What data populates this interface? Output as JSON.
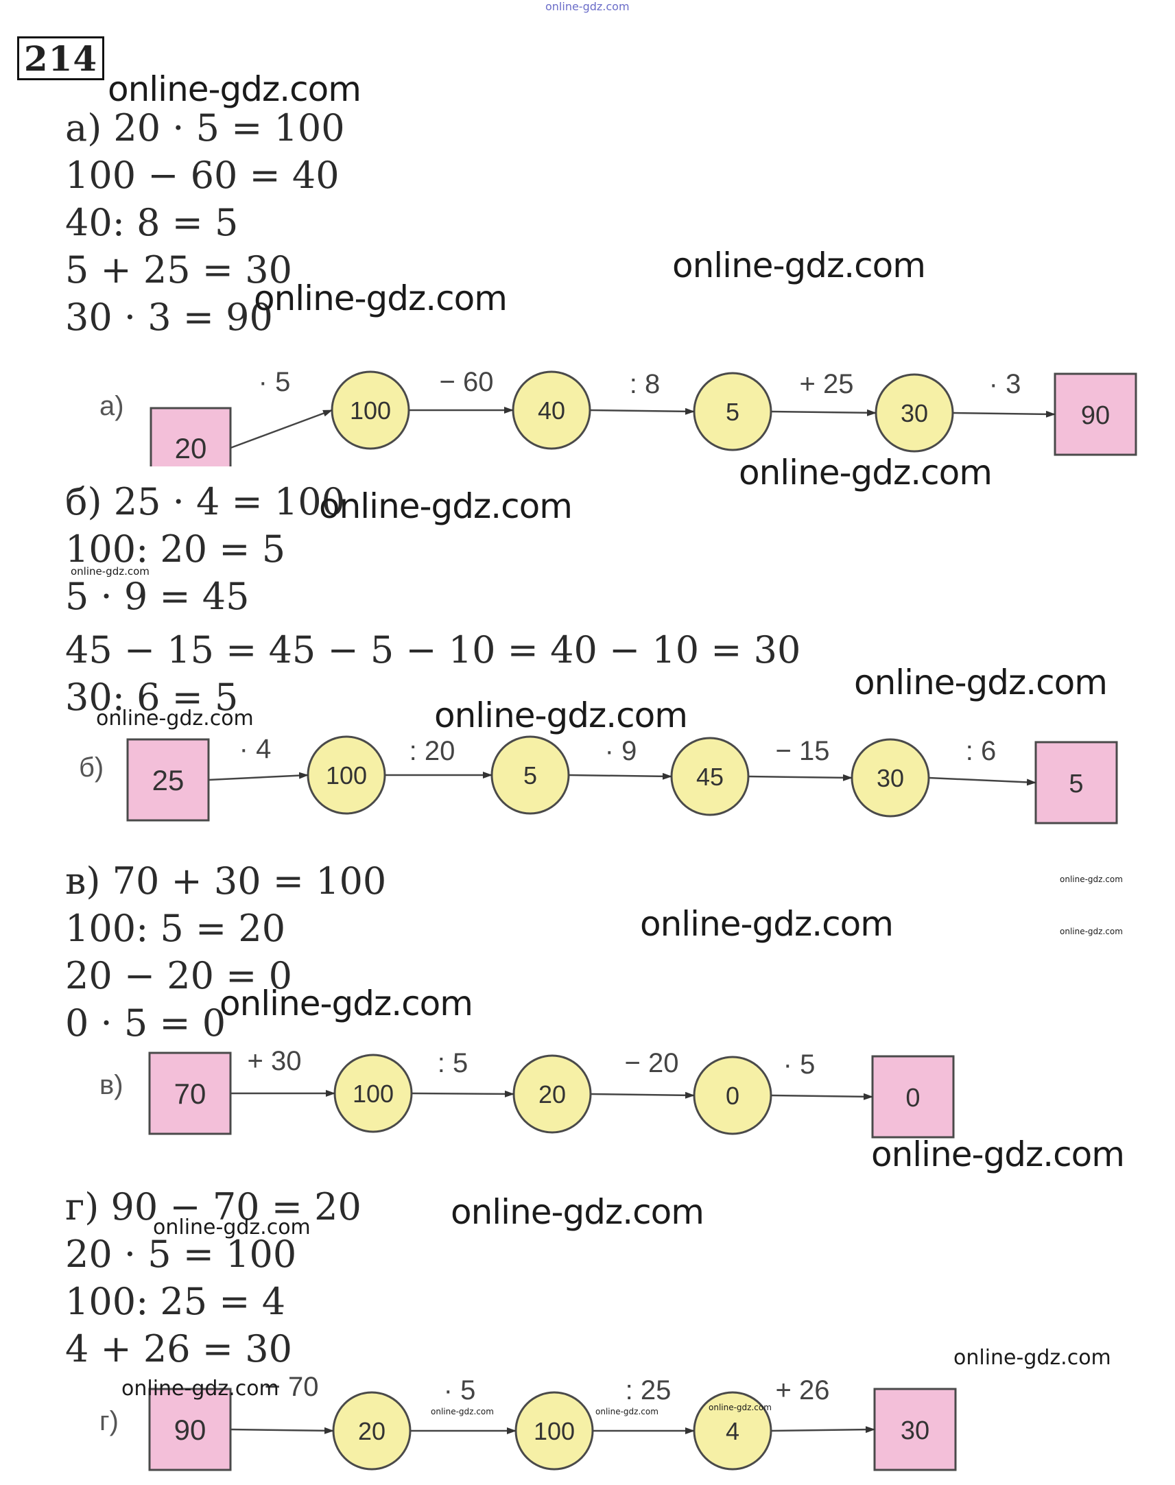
{
  "header": {
    "top_watermark": "online-gdz.com",
    "exercise_number": "214"
  },
  "watermark_text": "online-gdz.com",
  "colors": {
    "box_fill": "#f3bfd9",
    "circle_fill": "#f6f0a6",
    "stroke": "#4a4a4a"
  },
  "sections": [
    {
      "label": "а)",
      "equations": [
        "а) 20 · 5 = 100",
        "100 − 60 = 40",
        "40: 8 = 5",
        "5 + 25 = 30",
        "30 · 3 = 90"
      ],
      "chain": {
        "start": "20",
        "nodes": [
          "100",
          "40",
          "5",
          "30"
        ],
        "ops": [
          "· 5",
          "− 60",
          ": 8",
          "+ 25",
          "· 3"
        ],
        "end": "90"
      }
    },
    {
      "label": "б)",
      "equations": [
        "б) 25 · 4 = 100",
        "100: 20 = 5",
        "5 · 9 = 45",
        "45 − 15 = 45 − 5 − 10 = 40 − 10 = 30",
        "30: 6 = 5"
      ],
      "chain": {
        "start": "25",
        "nodes": [
          "100",
          "5",
          "45",
          "30"
        ],
        "ops": [
          "· 4",
          ": 20",
          "· 9",
          "− 15",
          ": 6"
        ],
        "end": "5"
      }
    },
    {
      "label": "в)",
      "equations": [
        "в) 70 + 30 = 100",
        "100: 5 = 20",
        "20 − 20 = 0",
        "0 · 5 = 0"
      ],
      "chain": {
        "start": "70",
        "nodes": [
          "100",
          "20",
          "0"
        ],
        "ops": [
          "+ 30",
          ": 5",
          "− 20",
          "· 5"
        ],
        "end": "0"
      }
    },
    {
      "label": "г)",
      "equations": [
        "г) 90 − 70 = 20",
        "20 · 5 = 100",
        "100: 25 = 4",
        "4 + 26 = 30"
      ],
      "chain": {
        "start": "90",
        "nodes": [
          "20",
          "100",
          "4"
        ],
        "ops": [
          "− 70",
          "· 5",
          ": 25",
          "+ 26"
        ],
        "end": "30"
      }
    }
  ]
}
